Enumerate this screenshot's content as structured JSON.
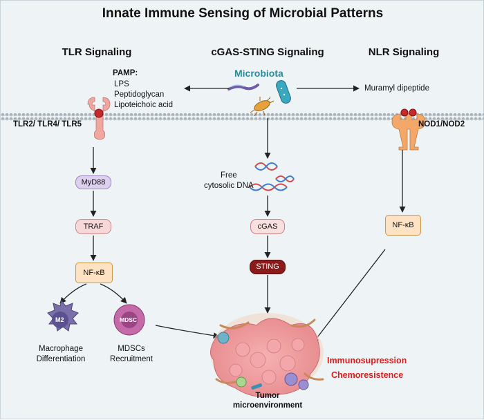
{
  "title": "Innate Immune Sensing of Microbial Patterns",
  "columns": {
    "tlr": "TLR Signaling",
    "cgas": "cGAS-STING Signaling",
    "nlr": "NLR Signaling"
  },
  "pamp": {
    "heading": "PAMP:",
    "items": [
      "LPS",
      "Peptidoglycan",
      "Lipoteichoic acid"
    ]
  },
  "microbiota": "Microbiota",
  "muramyl": "Muramyl dipeptide",
  "receptors": {
    "tlr": "TLR2/ TLR4/ TLR5",
    "nod": "NOD1/NOD2"
  },
  "tlr_path": {
    "myd88": "MyD88",
    "traf": "TRAF",
    "nfkb": "NF-κB"
  },
  "cgas_path": {
    "dna_line1": "Free",
    "dna_line2": "cytosolic DNA",
    "cgas": "cGAS",
    "sting": "STING"
  },
  "nlr_path": {
    "nfkb": "NF-κB"
  },
  "cells": {
    "m2_tag": "M2",
    "mdsc_tag": "MDSC",
    "macrophage_line1": "Macrophage",
    "macrophage_line2": "Differentiation",
    "mdsc_line1": "MDSCs",
    "mdsc_line2": "Recruitment"
  },
  "tumor": {
    "line1": "Tumor",
    "line2": "microenvironment"
  },
  "outcomes": {
    "line1": "Immunosupression",
    "line2": "Chemoresistence"
  },
  "colors": {
    "background": "#eef3f6",
    "membrane": "#9aa6ae",
    "receptor_tlr": "#f0a7a0",
    "receptor_nod": "#f3a86a",
    "myd88_fill": "#ddd0ee",
    "traf_fill": "#f7d7d7",
    "nfkb_fill": "#fde3c4",
    "cgas_fill": "#f9e0df",
    "sting_fill": "#8b1a1a",
    "m2_cell": "#7a6fa8",
    "mdsc_cell": "#c56aa8",
    "microbiota_text": "#2a8a9a",
    "outcome_text": "#e01b1b"
  }
}
